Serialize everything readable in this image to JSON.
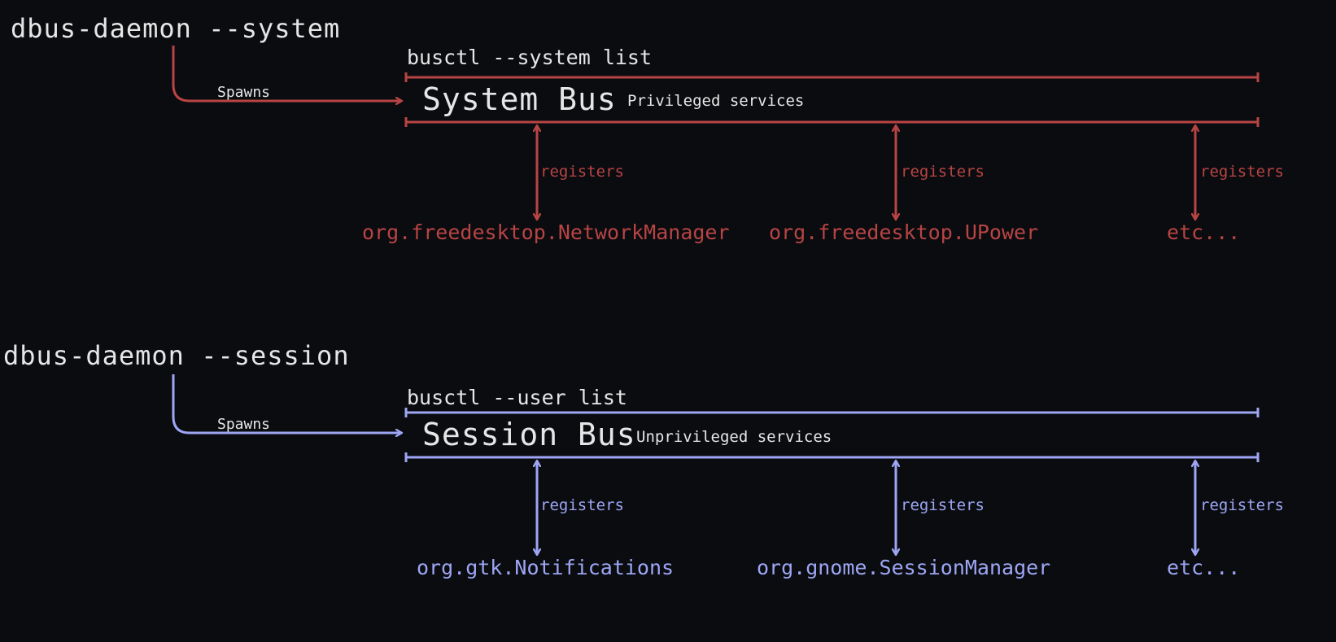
{
  "colors": {
    "background": "#0a0c10",
    "text": "#e6e6e6",
    "system": "#b84444",
    "session": "#9ea6f4"
  },
  "system": {
    "daemon": "dbus-daemon --system",
    "spawns": "Spawns",
    "command": "busctl --system list",
    "bus_name": "System Bus",
    "bus_desc": "Privileged services",
    "registers": [
      "registers",
      "registers",
      "registers"
    ],
    "services": [
      "org.freedesktop.NetworkManager",
      "org.freedesktop.UPower",
      "etc..."
    ]
  },
  "session": {
    "daemon": "dbus-daemon --session",
    "spawns": "Spawns",
    "command": "busctl --user list",
    "bus_name": "Session Bus",
    "bus_desc": "Unprivileged services",
    "registers": [
      "registers",
      "registers",
      "registers"
    ],
    "services": [
      "org.gtk.Notifications",
      "org.gnome.SessionManager",
      "etc..."
    ]
  }
}
